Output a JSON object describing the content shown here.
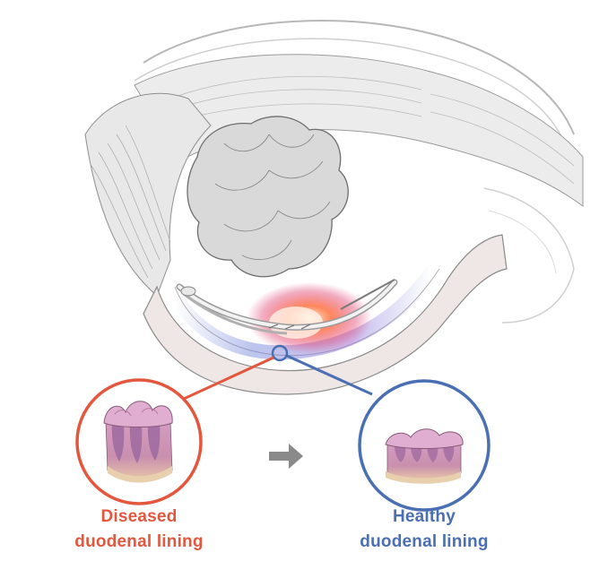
{
  "labels": {
    "diseased": {
      "line1": "Diseased",
      "line2": "duodenal lining"
    },
    "healthy": {
      "line1": "Healthy",
      "line2": "duodenal lining"
    }
  },
  "colors": {
    "diseased": "#e2573e",
    "healthy": "#4a6fb3",
    "arrow": "#8a8a8a",
    "sketch": "#7a7a7a",
    "tissue_pink": "#d8a3c4",
    "tissue_purple": "#9e6aa0"
  },
  "icons": {
    "anatomy": "duodenum-stomach-illustration",
    "catheter": "endoscopic-catheter-icon",
    "arrow": "right-arrow-icon",
    "diseased_tissue": "diseased-tissue-block-icon",
    "healthy_tissue": "healthy-tissue-block-icon"
  }
}
